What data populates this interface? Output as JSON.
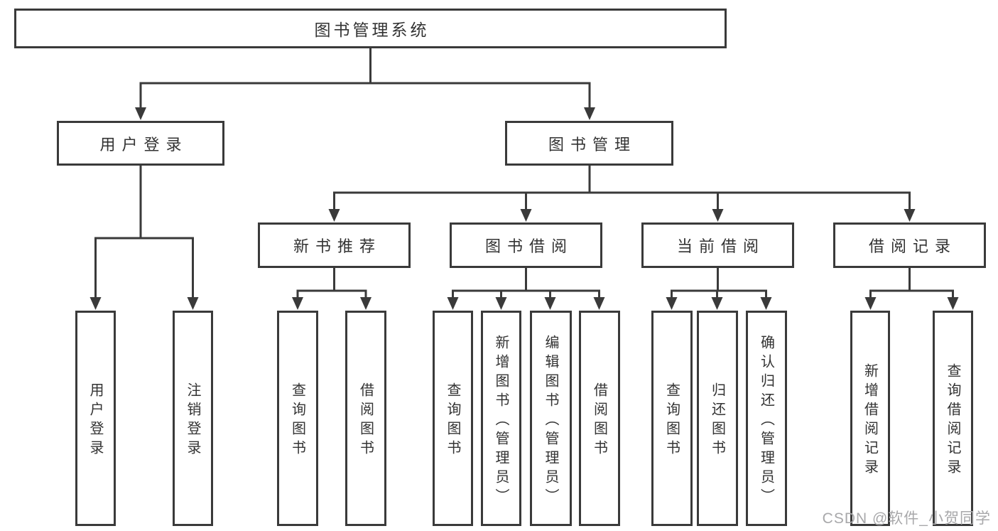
{
  "diagram_title": "图书管理系统",
  "nodes": {
    "root": {
      "label": "图书管理系统"
    },
    "user_login": {
      "label": "用户登录"
    },
    "book_mgmt": {
      "label": "图书管理"
    },
    "new_book_rec": {
      "label": "新书推荐"
    },
    "book_borrow": {
      "label": "图书借阅"
    },
    "current_borrow": {
      "label": "当前借阅"
    },
    "borrow_records": {
      "label": "借阅记录"
    },
    "leaf_user_login": {
      "label": "用户登录"
    },
    "leaf_logout": {
      "label": "注销登录"
    },
    "leaf_nbr_query": {
      "label": "查询图书"
    },
    "leaf_nbr_borrow": {
      "label": "借阅图书"
    },
    "leaf_bb_query": {
      "label": "查询图书"
    },
    "leaf_bb_add": {
      "label": "新增图书（管理员）"
    },
    "leaf_bb_edit": {
      "label": "编辑图书（管理员）"
    },
    "leaf_bb_borrow": {
      "label": "借阅图书"
    },
    "leaf_cb_query": {
      "label": "查询图书"
    },
    "leaf_cb_return": {
      "label": "归还图书"
    },
    "leaf_cb_confirm": {
      "label": "确认归还（管理员）"
    },
    "leaf_br_add": {
      "label": "新增借阅记录"
    },
    "leaf_br_query": {
      "label": "查询借阅记录"
    }
  },
  "watermark": "CSDN @软件_小贺同学",
  "colors": {
    "line": "#3a3a3a",
    "text": "#333333",
    "watermark": "#a8a8aa",
    "background": "#ffffff"
  }
}
